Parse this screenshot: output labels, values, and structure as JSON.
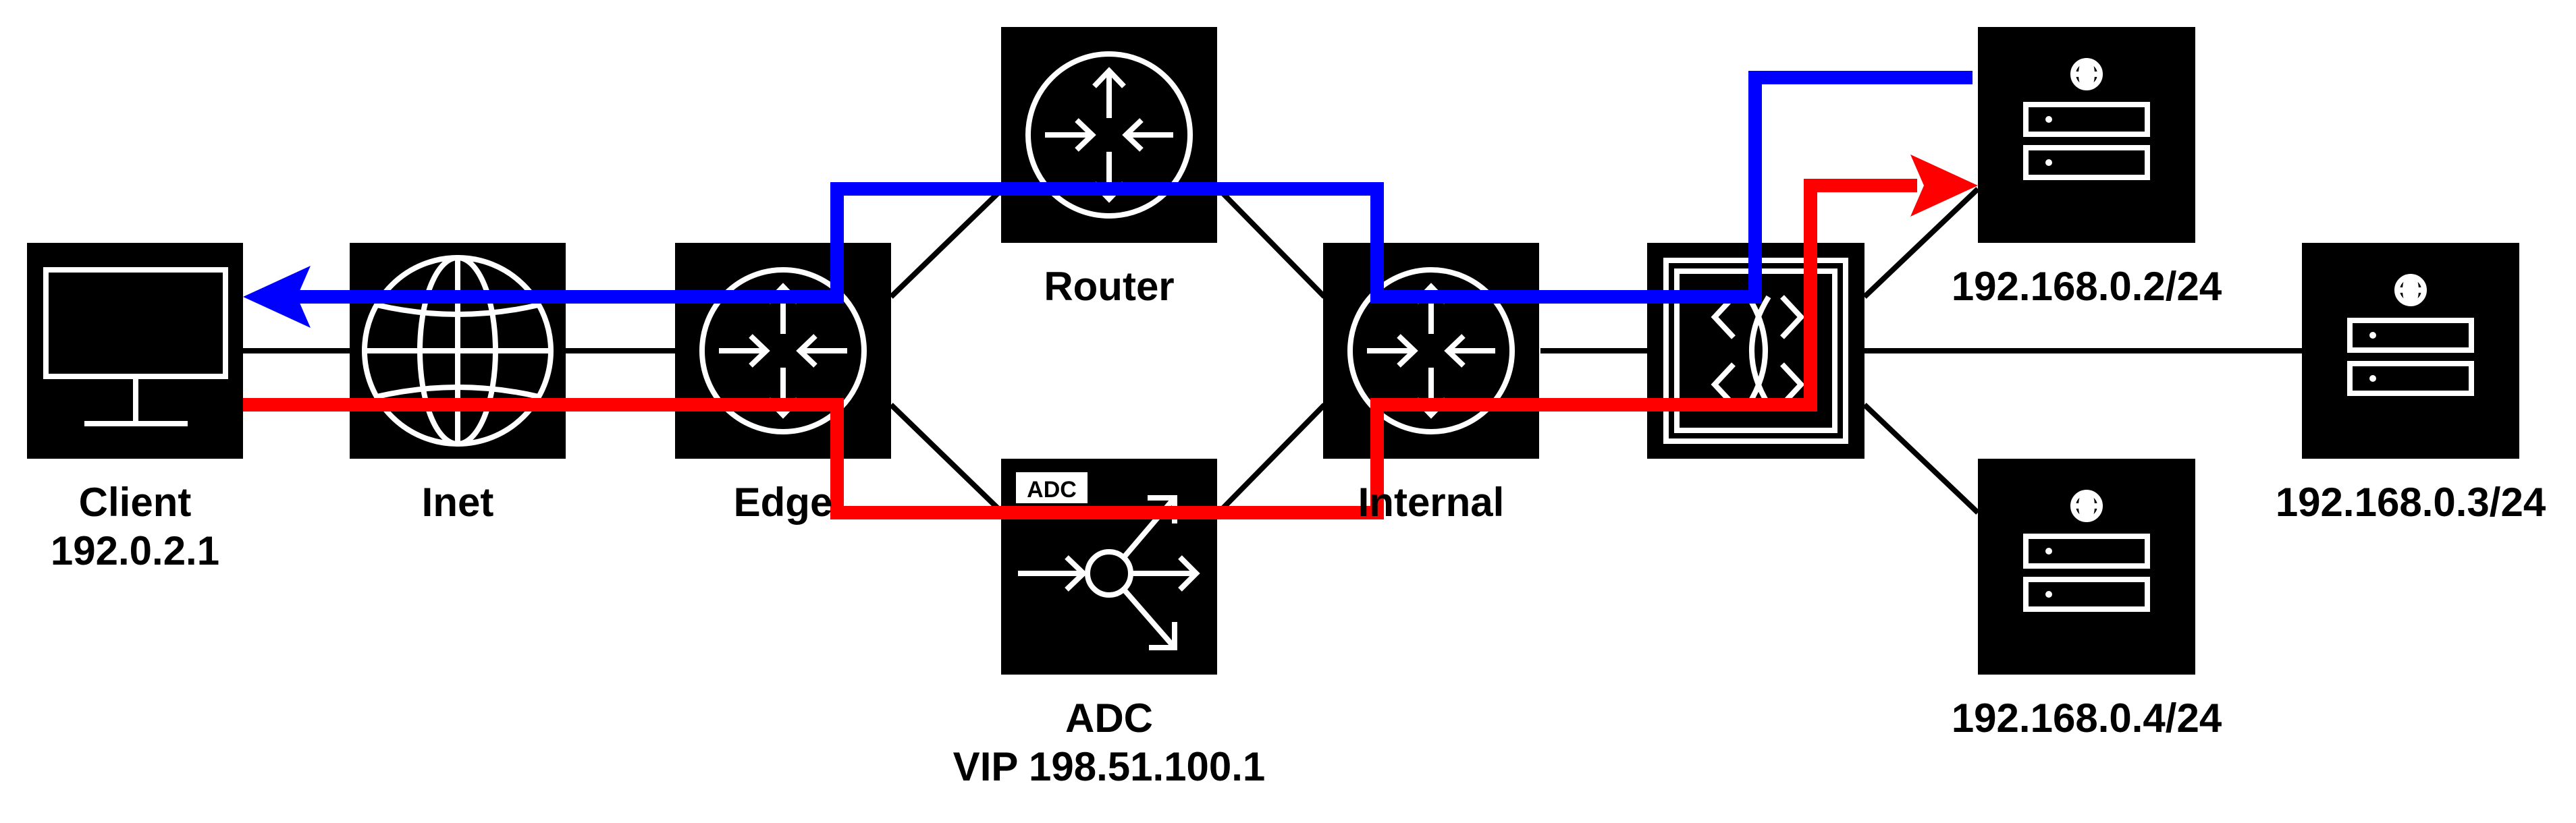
{
  "colors": {
    "node_fill": "#000000",
    "icon_stroke": "#ffffff",
    "link": "#000000",
    "request_path": "#ff0000",
    "response_path": "#0000ff",
    "background": "#ffffff"
  },
  "nodes": {
    "client": {
      "label": "Client",
      "sublabel": "192.0.2.1",
      "icon": "monitor-icon"
    },
    "inet": {
      "label": "Inet",
      "icon": "globe-icon"
    },
    "edge": {
      "label": "Edge",
      "icon": "router-icon"
    },
    "router": {
      "label": "Router",
      "icon": "router-icon"
    },
    "adc": {
      "label": "ADC",
      "sublabel": "VIP 198.51.100.1",
      "badge": "ADC",
      "icon": "load-balancer-icon"
    },
    "internal": {
      "label": "Internal",
      "icon": "router-icon"
    },
    "switch": {
      "icon": "switch-icon"
    },
    "server1": {
      "label": "192.168.0.2/24",
      "icon": "web-server-icon"
    },
    "server2": {
      "label": "192.168.0.3/24",
      "icon": "web-server-icon"
    },
    "server3": {
      "label": "192.168.0.4/24",
      "icon": "web-server-icon"
    }
  }
}
